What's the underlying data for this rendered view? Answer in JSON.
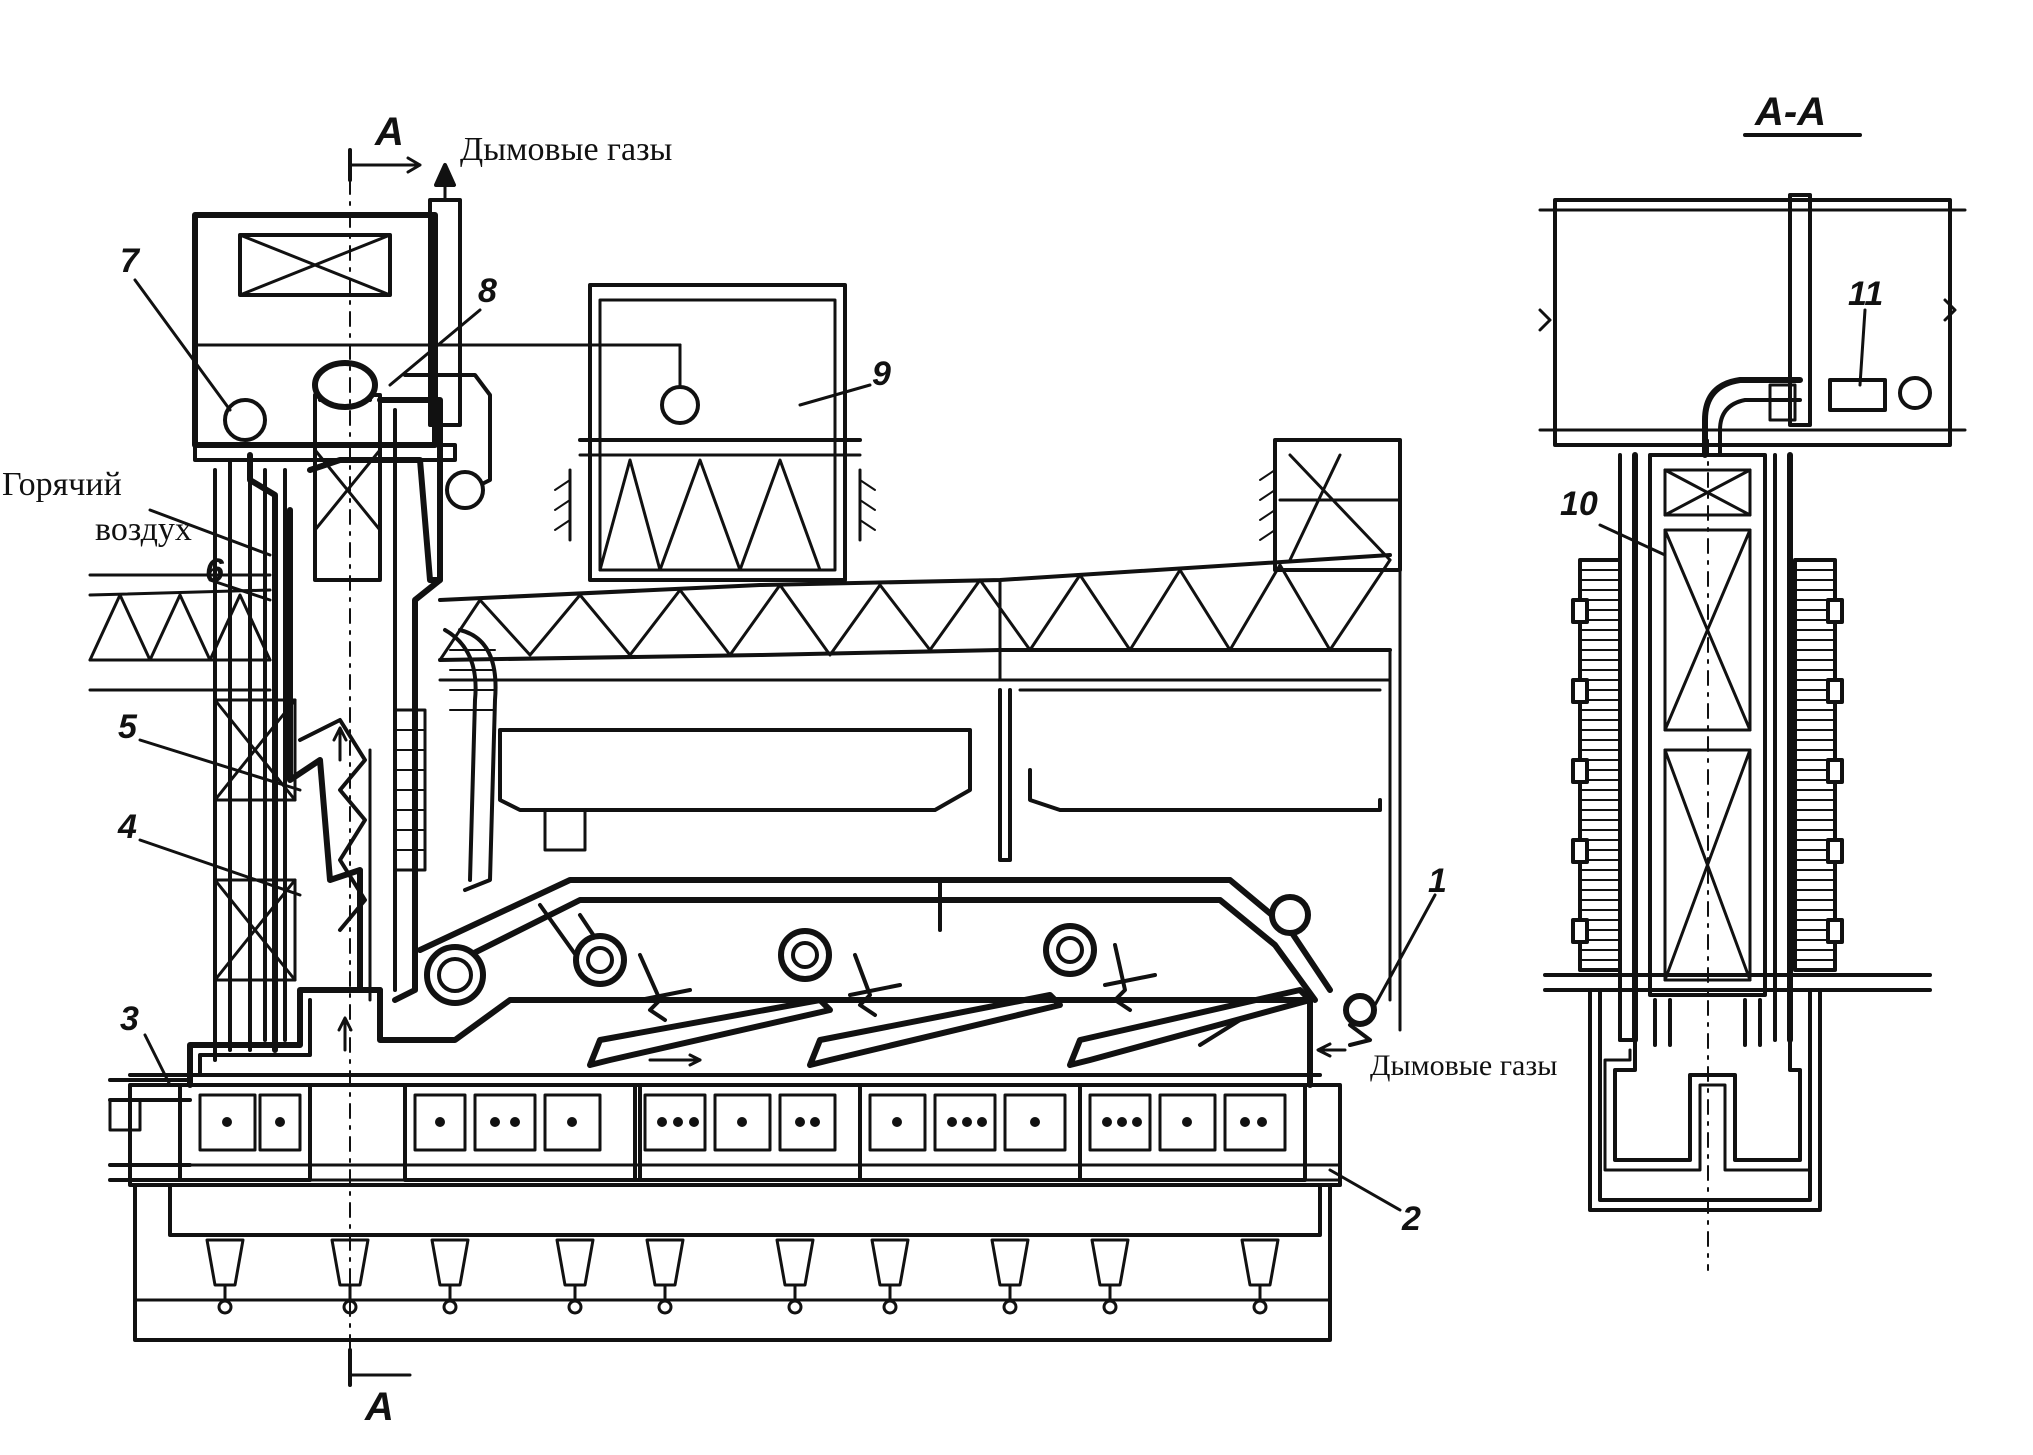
{
  "labels": {
    "flue_gas_top": "Дымовые газы",
    "flue_gas_right": "Дымовые газы",
    "hot_air_line1": "Горячий",
    "hot_air_line2": "воздух"
  },
  "section": {
    "mark_top": "A",
    "mark_bottom": "A",
    "view_title": "A-A"
  },
  "callouts": {
    "n1": "1",
    "n2": "2",
    "n3": "3",
    "n4": "4",
    "n5": "5",
    "n6": "6",
    "n7": "7",
    "n8": "8",
    "n9": "9",
    "n10": "10",
    "n11": "11"
  }
}
